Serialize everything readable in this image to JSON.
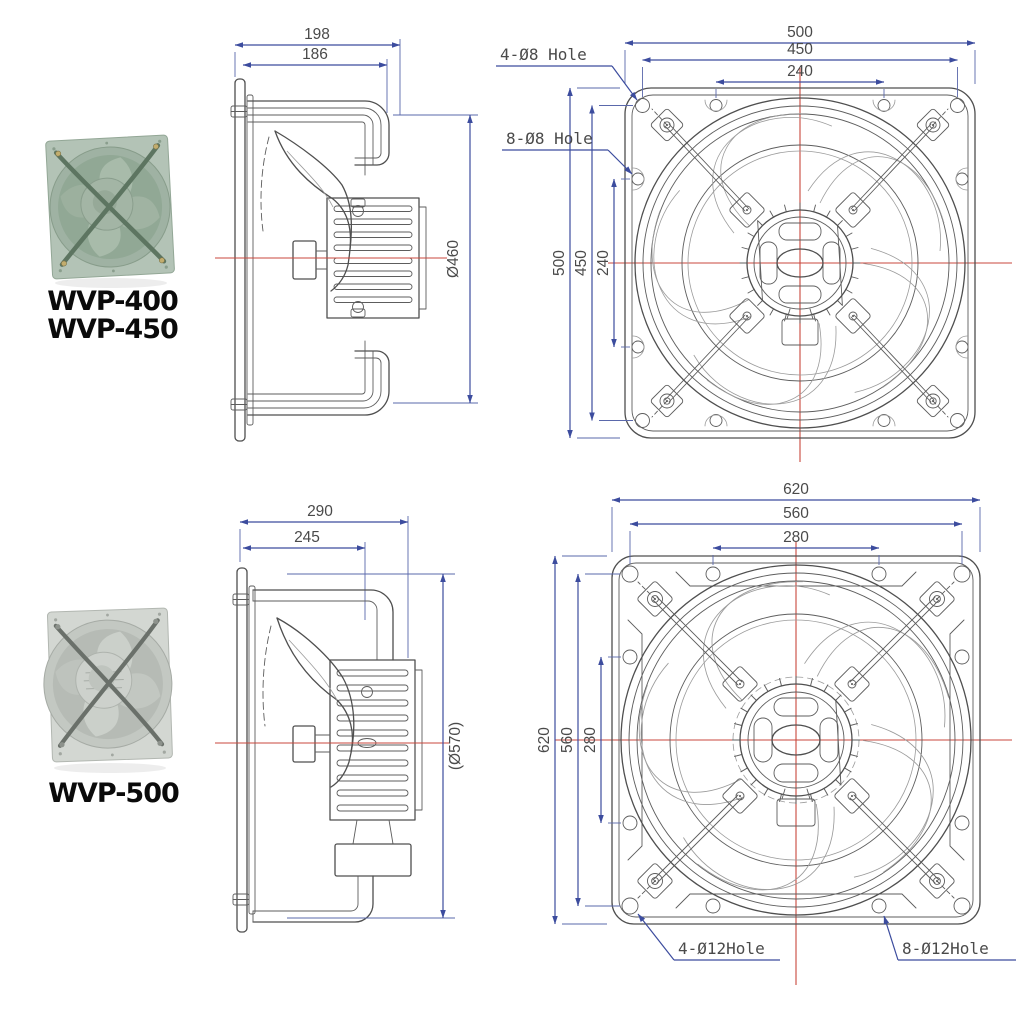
{
  "colors": {
    "dimension_line": "#3c4c9e",
    "centerline": "#c8473c",
    "drawing_outline": "#4f4f4f",
    "dimension_text": "#4a4a4a",
    "label_text": "#0a0a0a",
    "fan_top_body": "#9fb2a3",
    "fan_bottom_body": "#c3c8c2"
  },
  "products": {
    "top": {
      "line1": "WVP-400",
      "line2": "WVP-450"
    },
    "bottom": {
      "line1": "WVP-500"
    }
  },
  "drawings": {
    "top_side": {
      "total_depth": "198",
      "frame_depth": "186",
      "diameter": "Ø460"
    },
    "top_front": {
      "w_outer": "500",
      "w_holes": "450",
      "w_center": "240",
      "h_outer": "500",
      "h_holes": "450",
      "h_center": "240",
      "corner_holes": "4-Ø8 Hole",
      "edge_holes": "8-Ø8 Hole"
    },
    "bottom_side": {
      "total_depth": "290",
      "frame_depth": "245",
      "diameter": "(Ø570)"
    },
    "bottom_front": {
      "w_outer": "620",
      "w_holes": "560",
      "w_center": "280",
      "h_outer": "620",
      "h_holes": "560",
      "h_center": "280",
      "corner_holes": "4-Ø12Hole",
      "edge_holes": "8-Ø12Hole"
    }
  }
}
